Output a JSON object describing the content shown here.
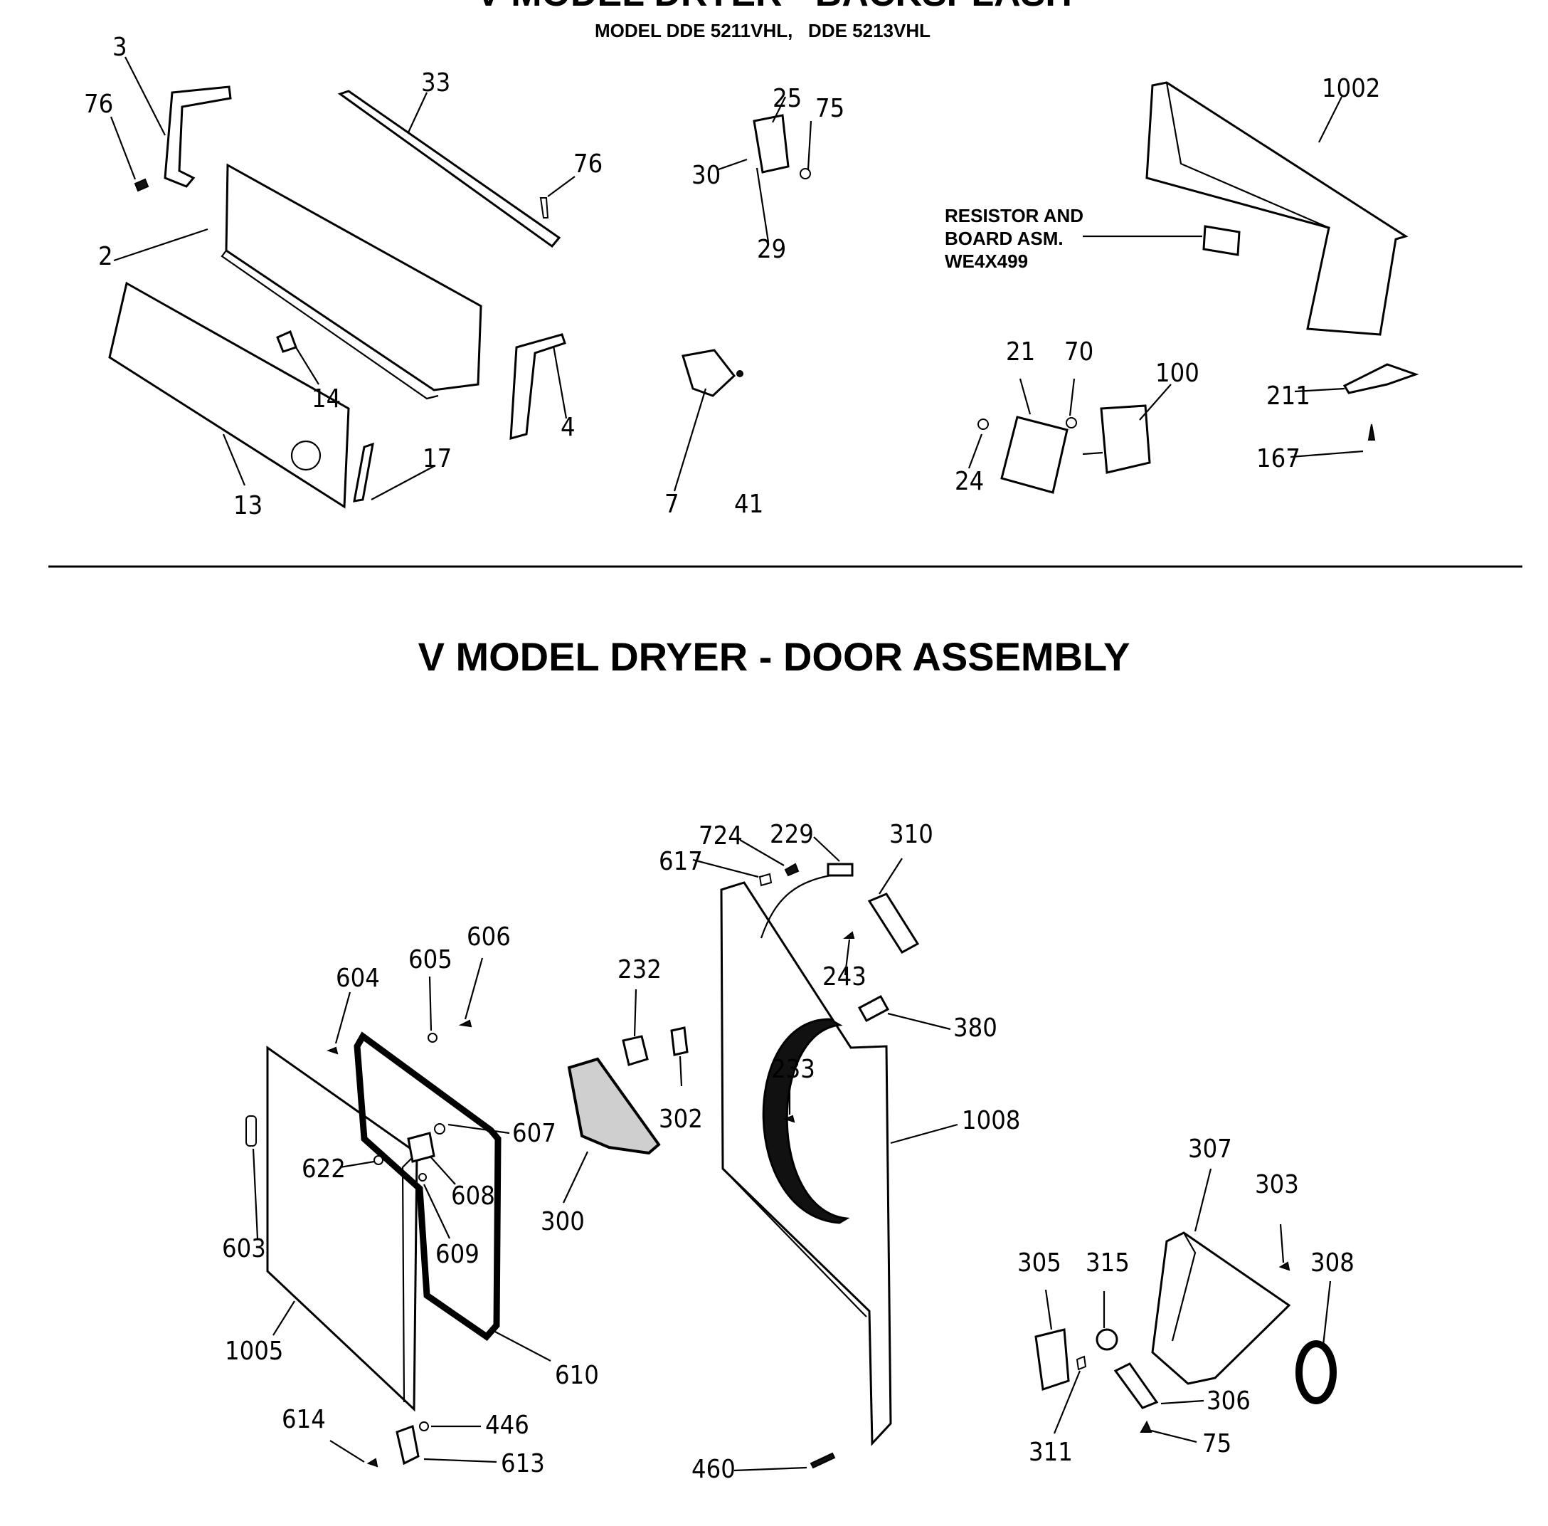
{
  "backsplash": {
    "title": "V MODEL DRYER - BACKSPLASH",
    "subtitle": "MODEL DDE 5211VHL,   DDE 5213VHL",
    "note": [
      "RESISTOR AND",
      "BOARD ASM.",
      "WE4X499"
    ],
    "labels": [
      "3",
      "76",
      "33",
      "25",
      "75",
      "76",
      "30",
      "29",
      "1002",
      "2",
      "14",
      "4",
      "13",
      "17",
      "7",
      "41",
      "21",
      "70",
      "100",
      "24",
      "211",
      "167"
    ]
  },
  "door": {
    "title": "V MODEL DRYER - DOOR ASSEMBLY",
    "labels": [
      "724",
      "229",
      "310",
      "617",
      "243",
      "380",
      "606",
      "605",
      "604",
      "232",
      "233",
      "1008",
      "607",
      "302",
      "622",
      "608",
      "300",
      "603",
      "609",
      "307",
      "303",
      "305",
      "315",
      "308",
      "1005",
      "610",
      "306",
      "614",
      "446",
      "613",
      "460",
      "311",
      "75"
    ]
  }
}
